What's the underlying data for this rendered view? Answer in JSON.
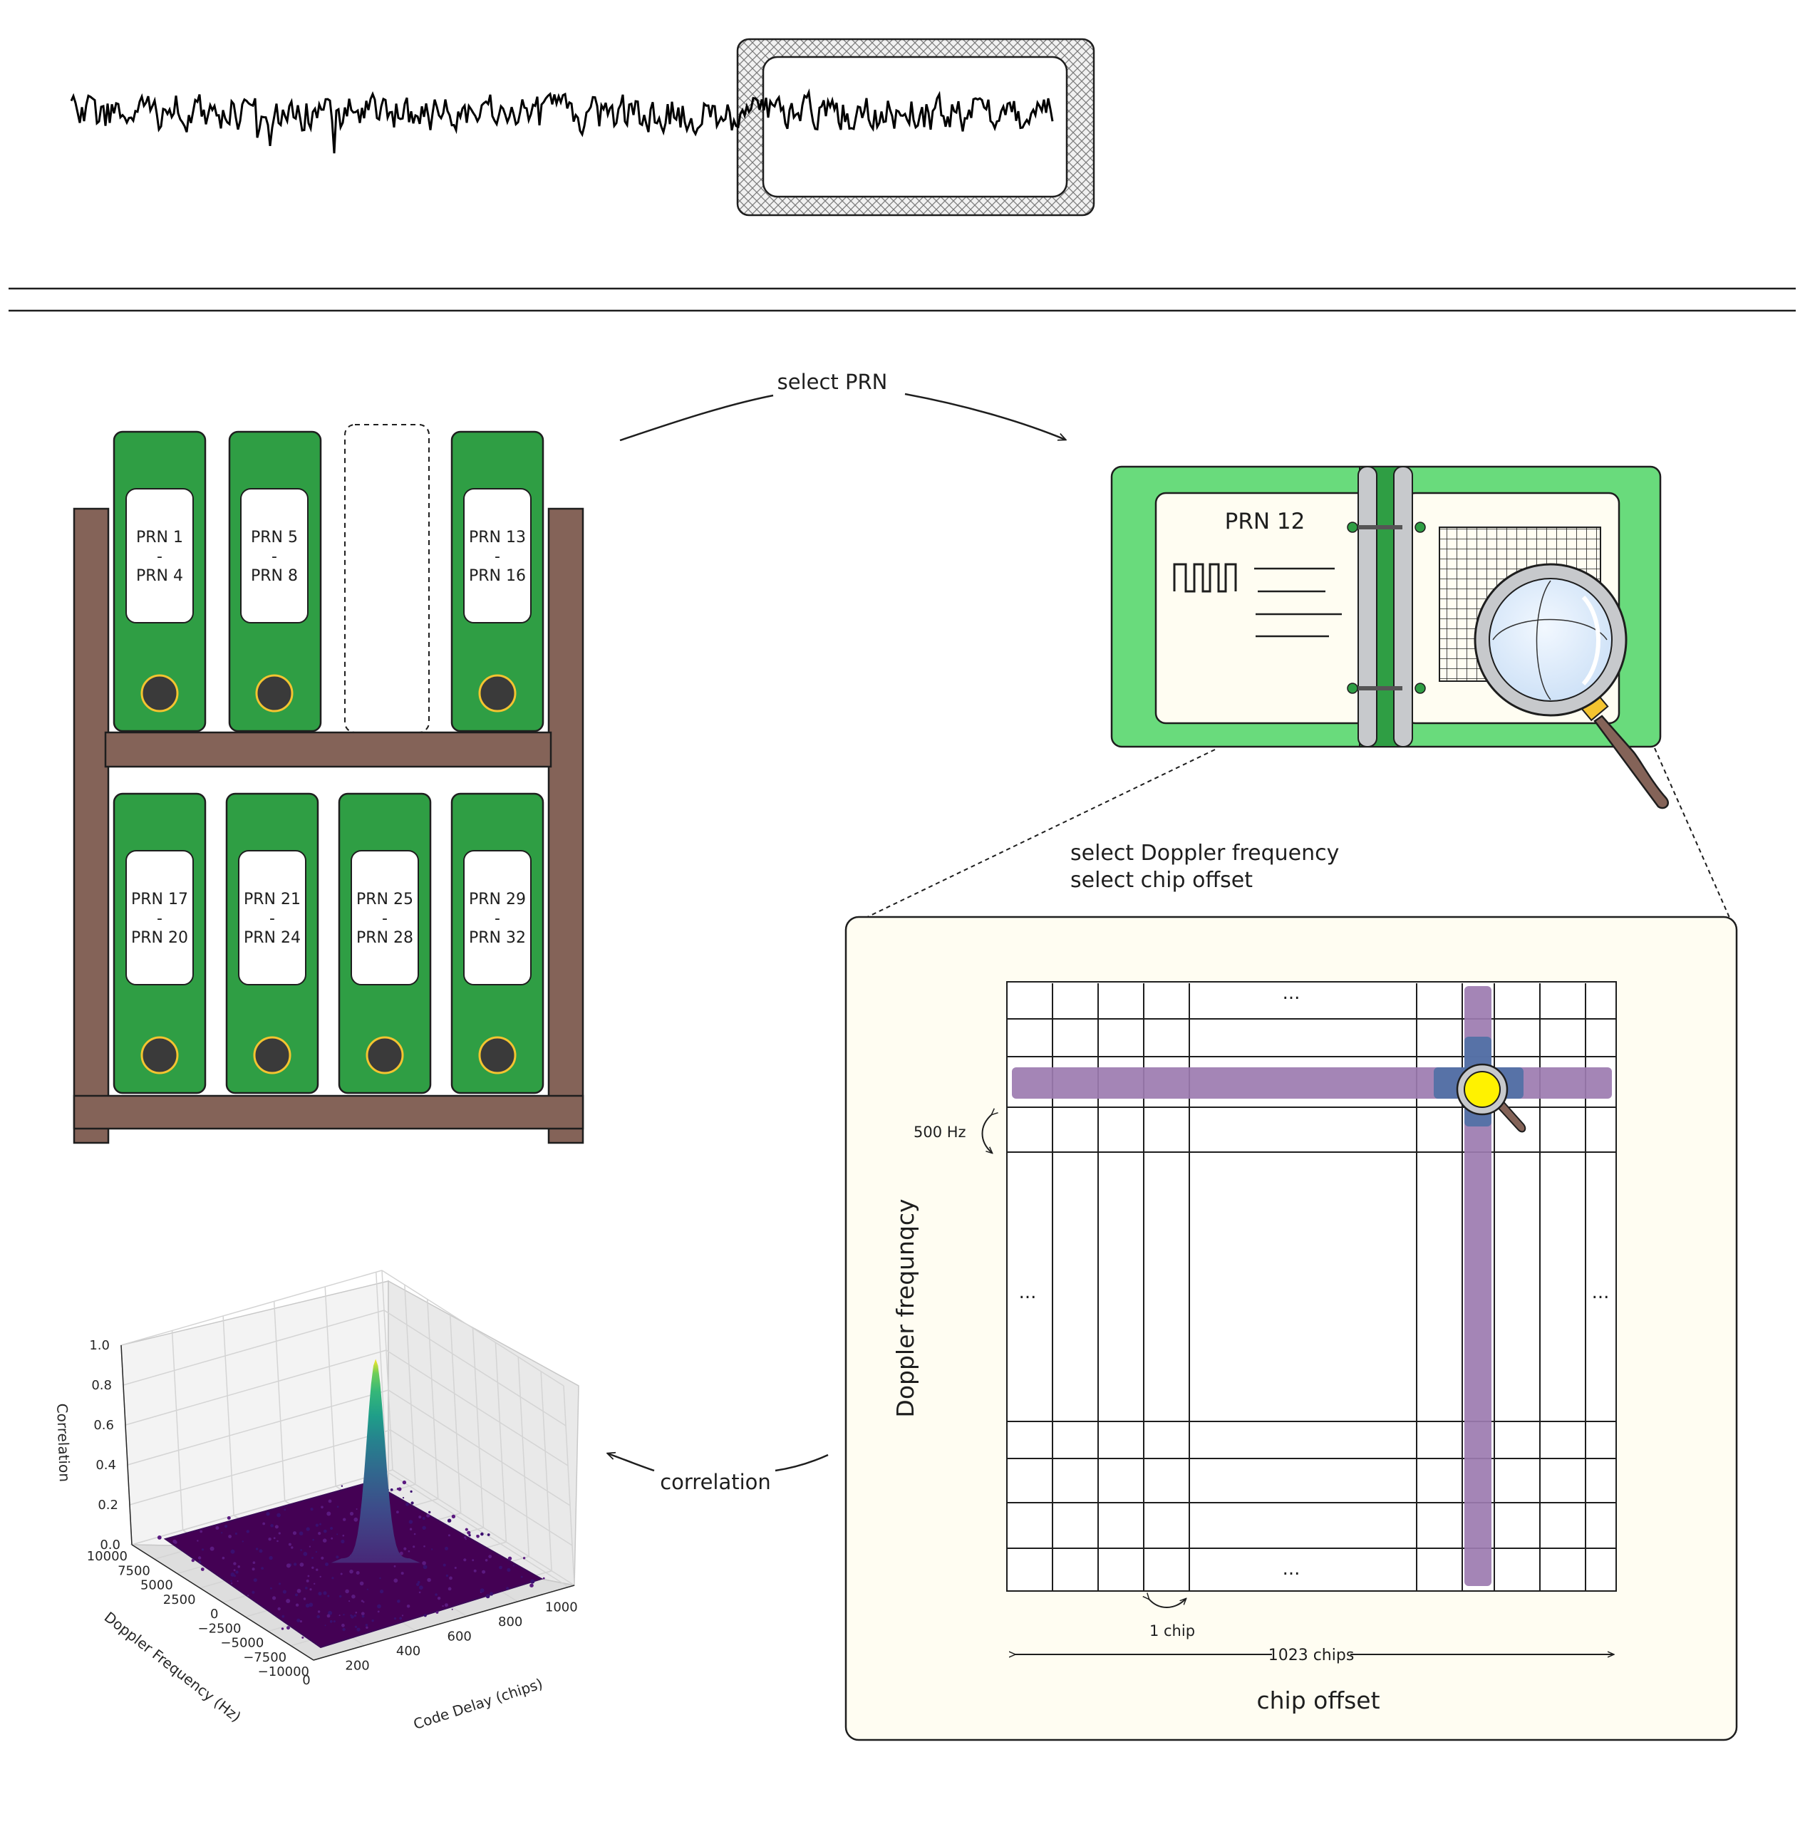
{
  "signal_panel": {
    "signal": "time-domain noise waveform",
    "window": "hatched selection window"
  },
  "shelf": {
    "top_row": [
      {
        "line1": "PRN 1",
        "sep": "-",
        "line2": "PRN 4"
      },
      {
        "line1": "PRN 5",
        "sep": "-",
        "line2": "PRN 8"
      },
      {
        "line1": "",
        "sep": "",
        "line2": "",
        "missing": true
      },
      {
        "line1": "PRN 13",
        "sep": "-",
        "line2": "PRN 16"
      }
    ],
    "bottom_row": [
      {
        "line1": "PRN 17",
        "sep": "-",
        "line2": "PRN 20"
      },
      {
        "line1": "PRN 21",
        "sep": "-",
        "line2": "PRN 24"
      },
      {
        "line1": "PRN 25",
        "sep": "-",
        "line2": "PRN 28"
      },
      {
        "line1": "PRN 29",
        "sep": "-",
        "line2": "PRN 32"
      }
    ]
  },
  "arrows": {
    "select_prn": "select PRN",
    "select_doppler": "select Doppler frequency",
    "select_chip": "select chip offset",
    "correlation": "correlation"
  },
  "binder": {
    "title": "PRN 12"
  },
  "grid_panel": {
    "ellipsis": "...",
    "doppler_step": "500 Hz",
    "chip_step": "1 chip",
    "total_chips": "1023 chips",
    "x_axis": "chip offset",
    "y_axis": "Doppler frequnqcy"
  },
  "colors": {
    "binder_green": "#2f9e44",
    "binder_light": "#69db7c",
    "shelf_brown": "#846358",
    "paper": "#fffdf2",
    "highlight_purple": "#9c7bb0",
    "highlight_blue": "#4a6fa5",
    "lens_yellow": "#fff200",
    "peak_yellow": "#fde725",
    "floor_purple": "#440154"
  },
  "chart_data": {
    "type": "surface",
    "zlabel": "Correlation",
    "xlabel": "Code Delay (chips)",
    "ylabel": "Doppler Frequency (Hz)",
    "x_ticks": [
      "0",
      "200",
      "400",
      "600",
      "800",
      "1000"
    ],
    "y_ticks": [
      "10000",
      "7500",
      "5000",
      "2500",
      "0",
      "−2500",
      "−5000",
      "−7500",
      "−10000"
    ],
    "z_ticks": [
      "0.0",
      "0.2",
      "0.4",
      "0.6",
      "0.8",
      "1.0"
    ],
    "xlim": [
      0,
      1023
    ],
    "ylim": [
      -10000,
      10000
    ],
    "zlim": [
      0,
      1.0
    ],
    "peak": {
      "code_delay": 600,
      "doppler": 0,
      "correlation": 1.0
    },
    "noise_floor": 0.05,
    "colormap": "viridis"
  }
}
